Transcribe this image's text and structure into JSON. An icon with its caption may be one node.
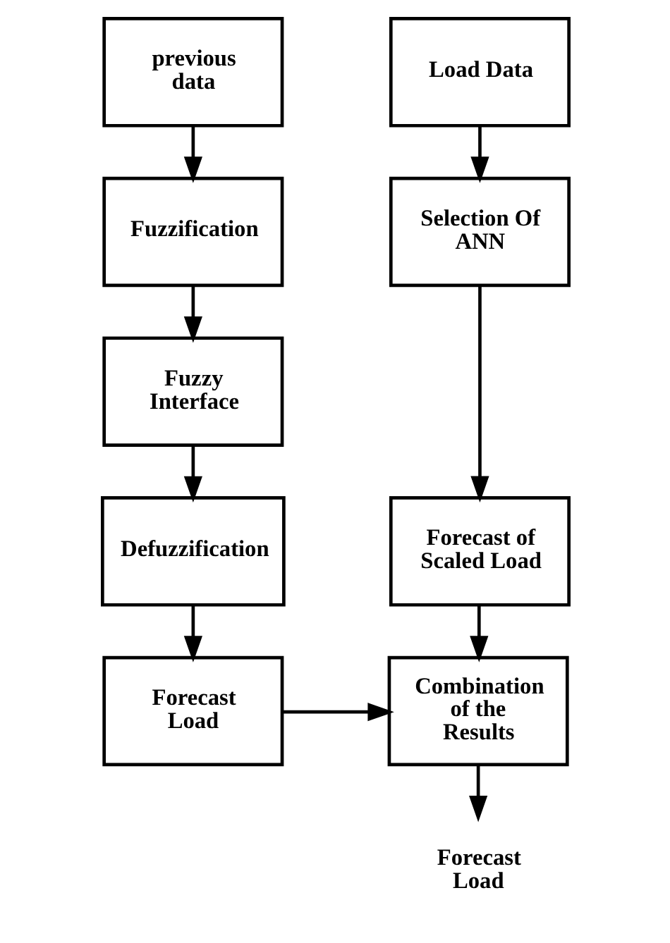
{
  "diagram": {
    "nodes": [
      {
        "text": [
          "previous data"
        ]
      },
      {
        "text": [
          "Fuzzification"
        ]
      },
      {
        "text": [
          "Fuzzy Interface"
        ]
      },
      {
        "text": [
          "Defuzzification"
        ]
      },
      {
        "text": [
          "Forecast Load"
        ]
      },
      {
        "text": [
          "Load Data"
        ]
      },
      {
        "text": [
          "Selection Of ANN"
        ]
      },
      {
        "text": [
          "Forecast of Scaled Load"
        ]
      },
      {
        "text": [
          "Combination of the Results"
        ]
      },
      {
        "text": [
          "Forecast Load"
        ]
      }
    ],
    "edges": [
      {
        "from": 0,
        "to": 1,
        "arrow": "to"
      },
      {
        "from": 1,
        "to": 2,
        "arrow": "to"
      },
      {
        "from": 2,
        "to": 3,
        "arrow": "to"
      },
      {
        "from": 3,
        "to": 4,
        "arrow": "to"
      },
      {
        "from": 5,
        "to": 6,
        "arrow": "to"
      },
      {
        "from": 6,
        "to": 7,
        "arrow": "to"
      },
      {
        "from": 7,
        "to": 8,
        "arrow": "to"
      },
      {
        "from": 4,
        "to": 8,
        "arrow": "to"
      },
      {
        "from": 8,
        "to": 9,
        "arrow": "to"
      }
    ]
  }
}
